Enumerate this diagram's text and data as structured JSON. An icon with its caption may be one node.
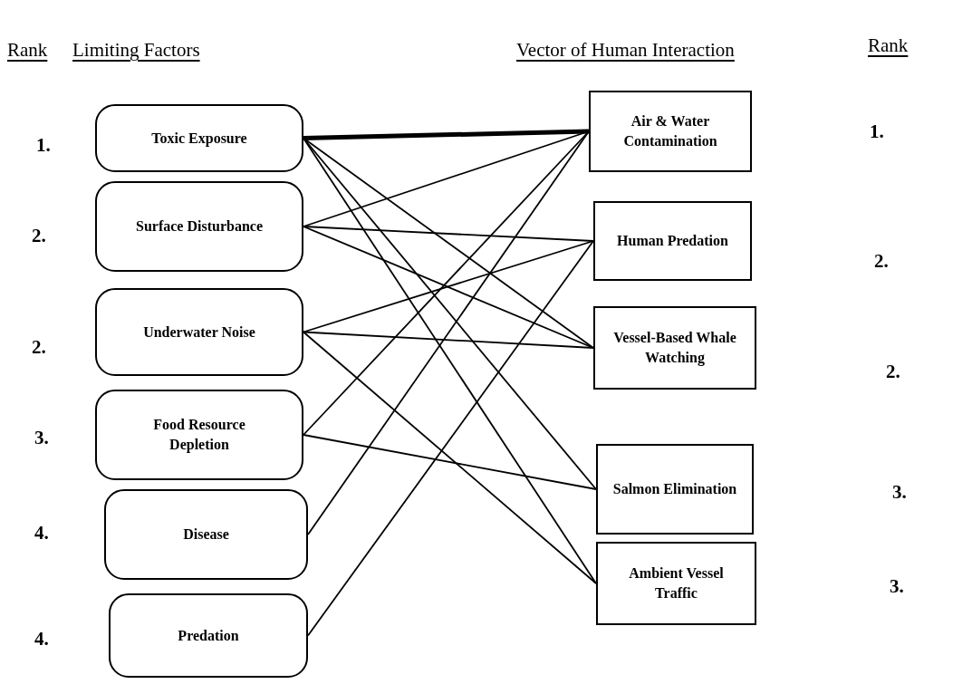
{
  "diagram": {
    "nodes": [
      {
        "text": [
          "Toxic Exposure"
        ]
      },
      {
        "text": [
          "Surface Disturbance"
        ]
      },
      {
        "text": [
          "Underwater Noise"
        ]
      },
      {
        "text": [
          "Food Resource Depletion"
        ]
      },
      {
        "text": [
          "Disease"
        ]
      },
      {
        "text": [
          "Predation"
        ]
      },
      {
        "text": [
          "Air & Water Contamination"
        ]
      },
      {
        "text": [
          "Human Predation"
        ]
      },
      {
        "text": [
          "Vessel-Based Whale Watching"
        ]
      },
      {
        "text": [
          "Salmon Elimination"
        ]
      },
      {
        "text": [
          "Ambient Vessel Traffic"
        ]
      }
    ],
    "edges": [
      {
        "from": 0,
        "to": 6,
        "arrow": "none",
        "style": "thick"
      },
      {
        "from": 0,
        "to": 8,
        "arrow": "none"
      },
      {
        "from": 0,
        "to": 9,
        "arrow": "none"
      },
      {
        "from": 0,
        "to": 10,
        "arrow": "none"
      },
      {
        "from": 1,
        "to": 6,
        "arrow": "none"
      },
      {
        "from": 1,
        "to": 7,
        "arrow": "none"
      },
      {
        "from": 1,
        "to": 8,
        "arrow": "none"
      },
      {
        "from": 2,
        "to": 7,
        "arrow": "none"
      },
      {
        "from": 2,
        "to": 8,
        "arrow": "none"
      },
      {
        "from": 2,
        "to": 10,
        "arrow": "none"
      },
      {
        "from": 3,
        "to": 6,
        "arrow": "none"
      },
      {
        "from": 3,
        "to": 9,
        "arrow": "none"
      },
      {
        "from": 4,
        "to": 6,
        "arrow": "none"
      },
      {
        "from": 5,
        "to": 7,
        "arrow": "none"
      }
    ],
    "labels": [
      "Rank",
      "Limiting Factors",
      "Vector of Human Interaction",
      "Rank",
      "1.",
      "2.",
      "2.",
      "3.",
      "4.",
      "4.",
      "1.",
      "2.",
      "2.",
      "3.",
      "3."
    ]
  }
}
